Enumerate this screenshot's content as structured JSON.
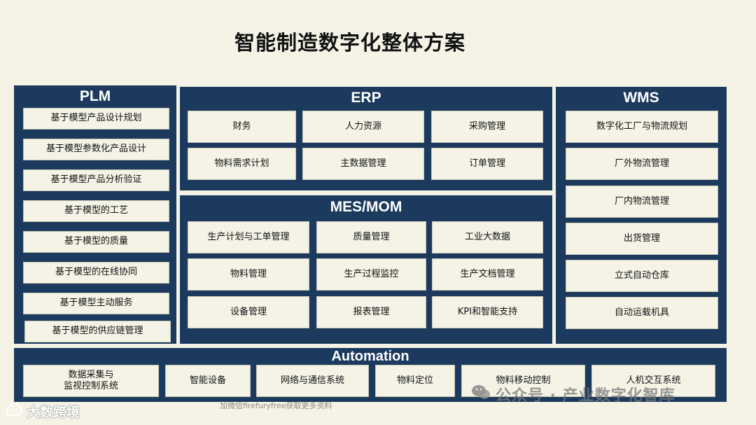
{
  "title": "智能制造数字化整体方案",
  "plm": {
    "title": "PLM",
    "items": [
      "基于模型产品设计规划",
      "基于模型参数化产品设计",
      "基于模型产品分析验证",
      "基于模型的工艺",
      "基于模型的质量",
      "基于模型的在线协同",
      "基于模型主动服务",
      "基于模型的供应链管理"
    ]
  },
  "erp": {
    "title": "ERP",
    "items": [
      "财务",
      "人力资源",
      "采购管理",
      "物料需求计划",
      "主数据管理",
      "订单管理"
    ]
  },
  "mes": {
    "title": "MES/MOM",
    "items": [
      "生产计划与工单管理",
      "质量管理",
      "工业大数据",
      "物料管理",
      "生产过程监控",
      "生产文档管理",
      "设备管理",
      "报表管理",
      "KPI和智能支持"
    ]
  },
  "wms": {
    "title": "WMS",
    "items": [
      "数字化工厂与物流规划",
      "厂外物流管理",
      "厂内物流管理",
      "出货管理",
      "立式自动仓库",
      "自动运载机具"
    ]
  },
  "automation": {
    "title": "Automation",
    "items": [
      "数据采集与\n监视控制系统",
      "智能设备",
      "网络与通信系统",
      "物料定位",
      "物料移动控制",
      "人机交互系统"
    ]
  },
  "footer_note": "加微信firefuryfree获取更多资料",
  "watermark_left": "大数跨境",
  "watermark_right": "公众号 · 产业数字化智库"
}
